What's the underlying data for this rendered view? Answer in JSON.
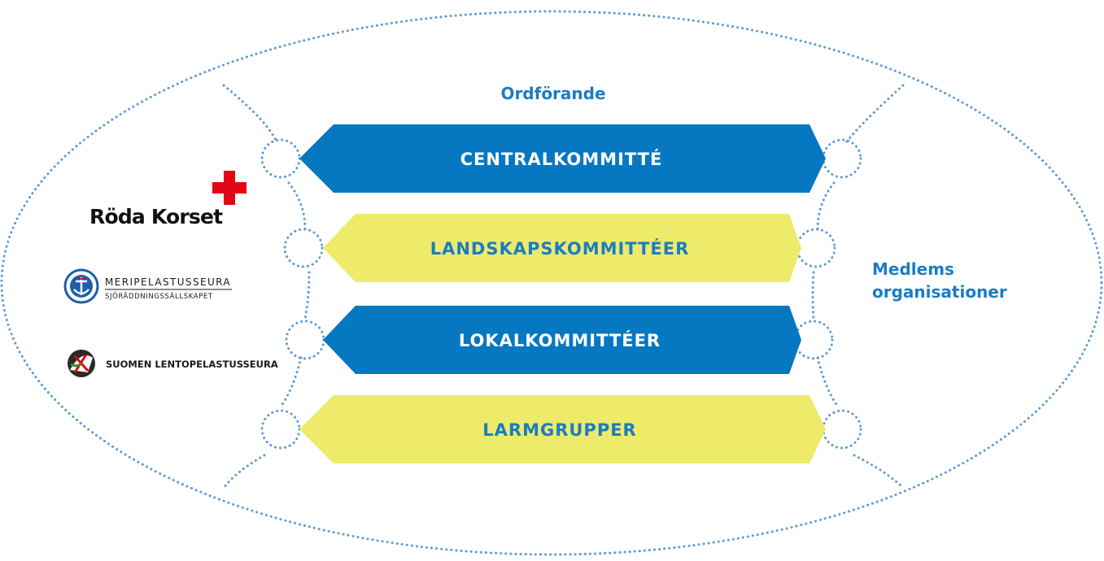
{
  "diagram": {
    "chair_label": "Ordförande",
    "members_label_line1": "Medlems",
    "members_label_line2": "organisationer",
    "levels": [
      {
        "label": "CENTRALKOMMITTÉ",
        "fill": "#0678c2",
        "text_color": "#ffffff"
      },
      {
        "label": "LANDSKAPSKOMMITTÉER",
        "fill": "#eeea6a",
        "text_color": "#1a7dc4"
      },
      {
        "label": "LOKALKOMMITTÉER",
        "fill": "#0678c2",
        "text_color": "#ffffff"
      },
      {
        "label": "LARMGRUPPER",
        "fill": "#eeea6a",
        "text_color": "#1a7dc4"
      }
    ]
  },
  "logos": {
    "red_cross": {
      "name": "Röda Korset",
      "color": "#e30613"
    },
    "meripelastusseura": {
      "line1": "MERIPELASTUSSEURA",
      "line2": "SJÖRÄDDNINGSSÄLLSKAPET"
    },
    "lentopelastusseura": {
      "name": "SUOMEN LENTOPELASTUSSEURA"
    }
  },
  "colors": {
    "accent_blue": "#0678c2",
    "accent_yellow": "#eeea6a",
    "dotted_line": "#5b9bd5",
    "text_blue": "#1a7dc4"
  }
}
